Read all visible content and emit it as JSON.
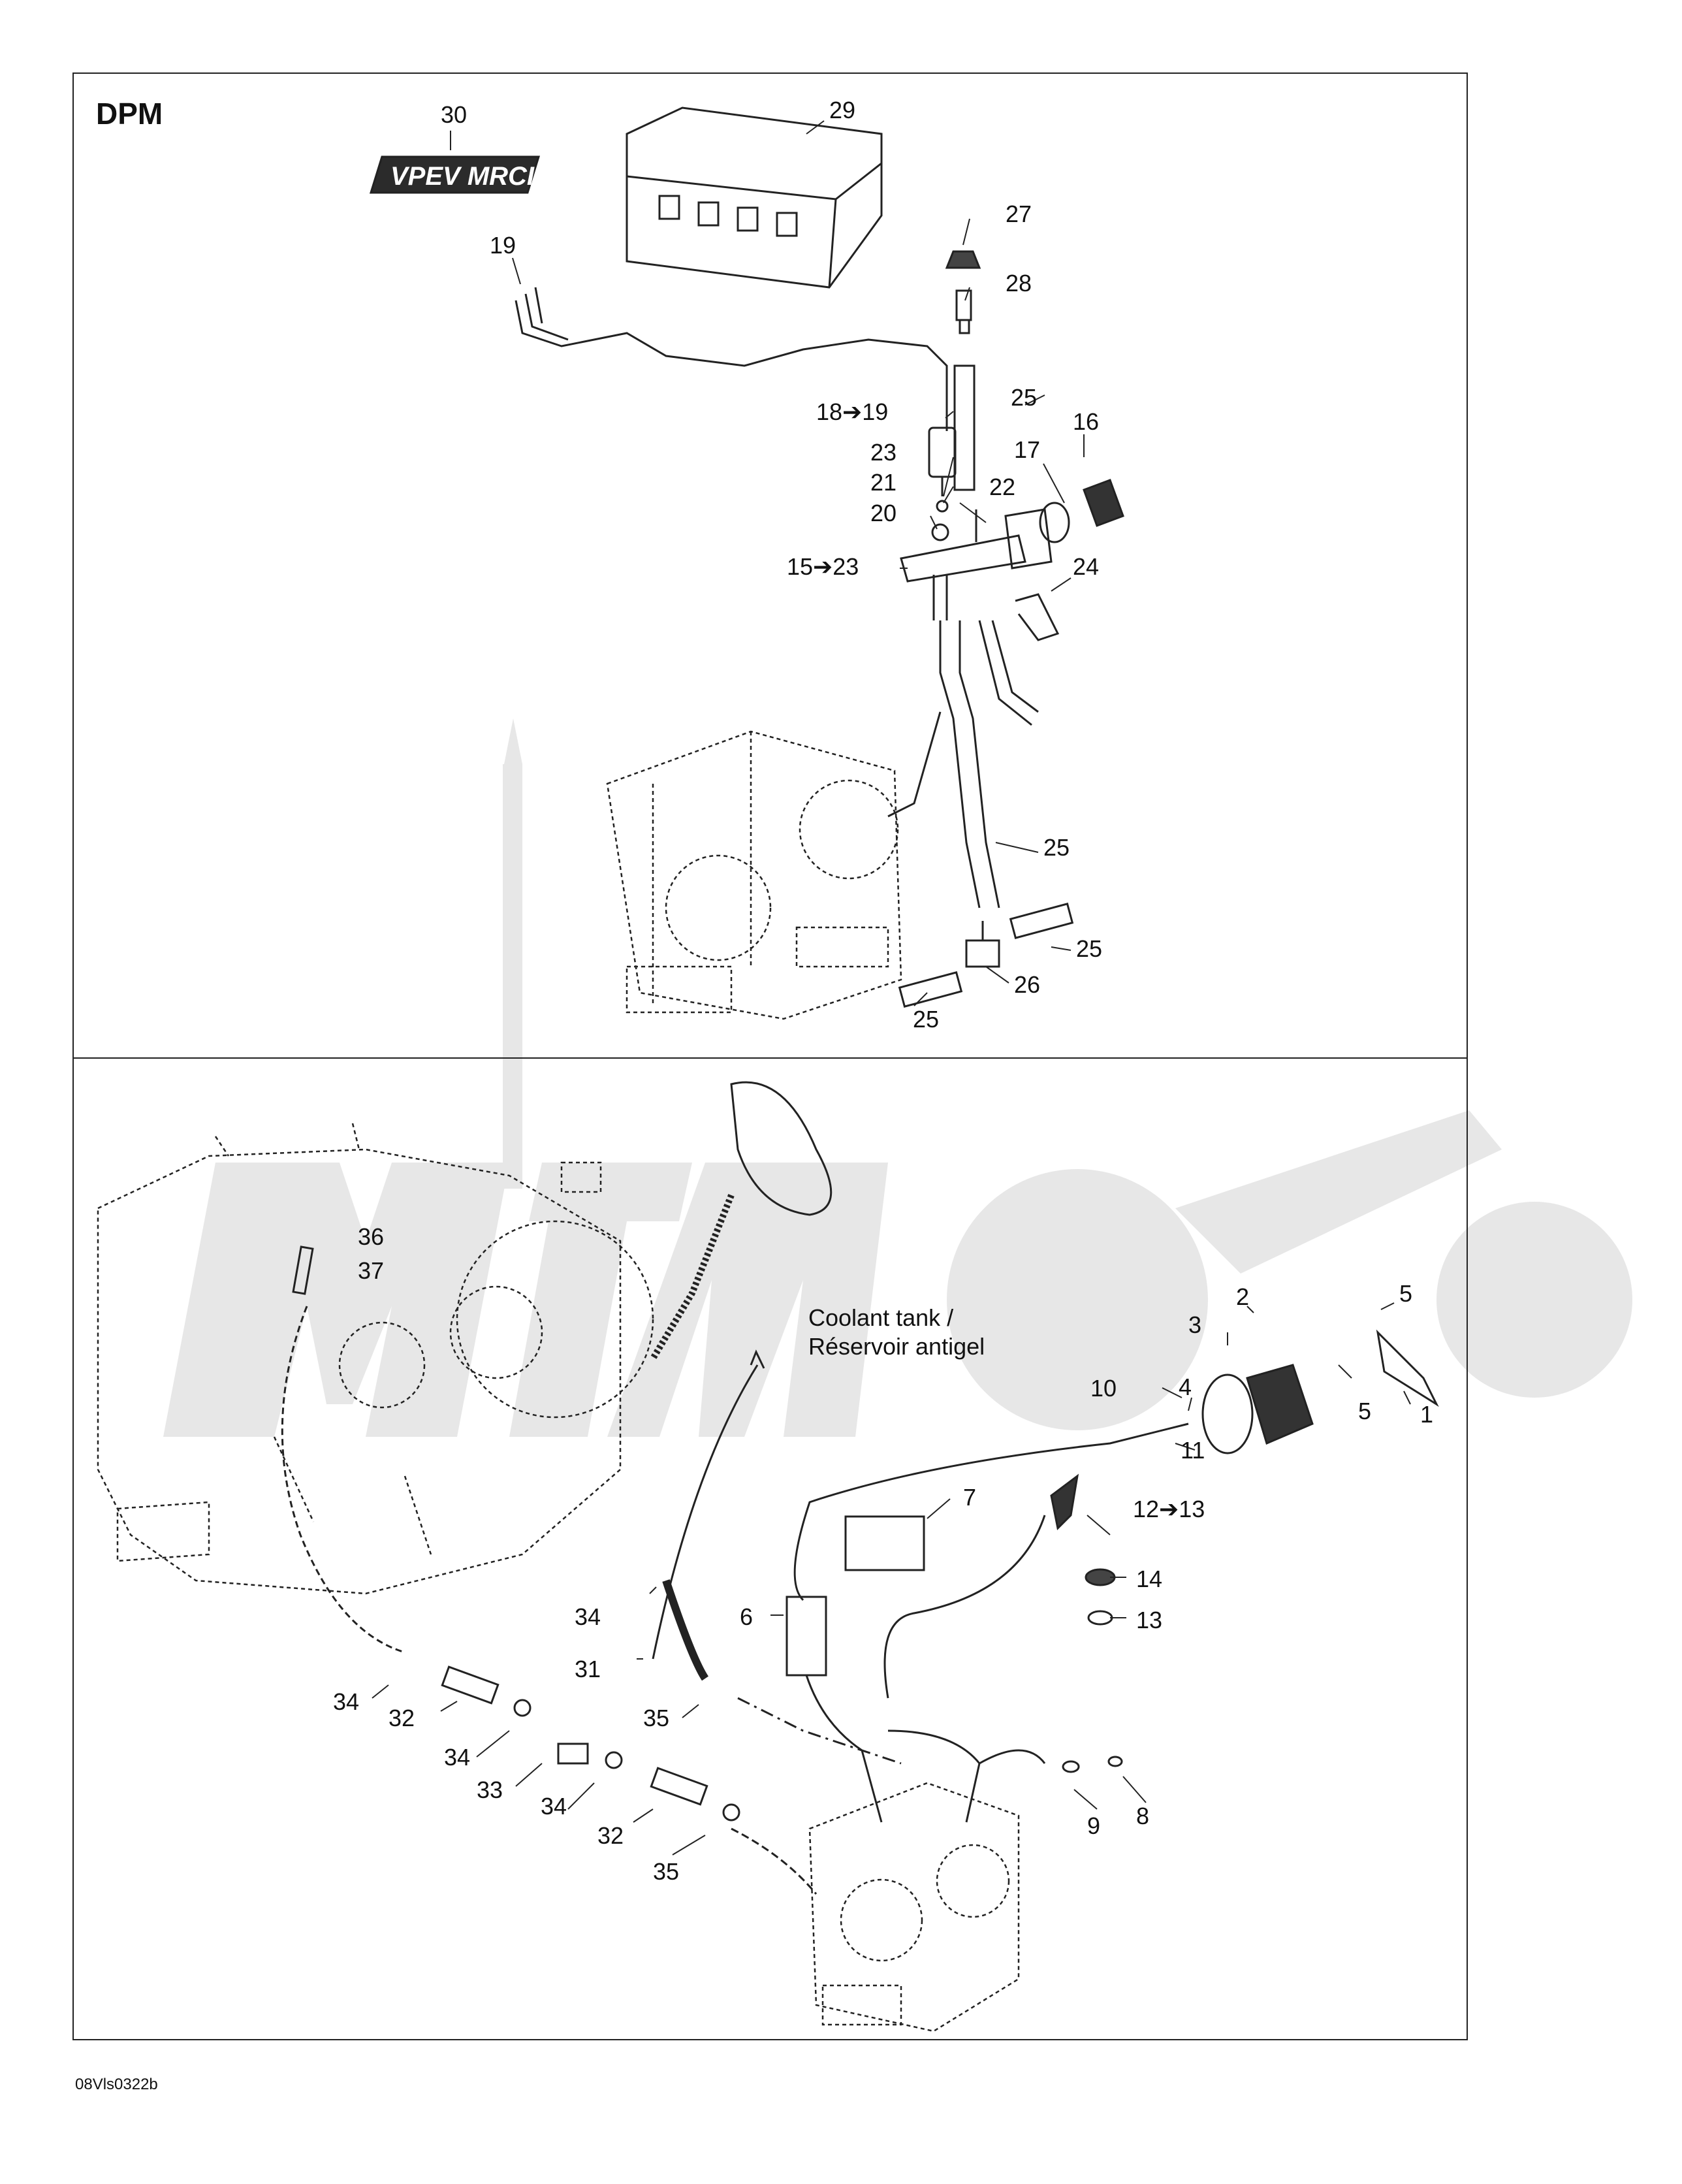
{
  "header": {
    "title": "DPM"
  },
  "footer": {
    "drawing_code": "08Vls0322b"
  },
  "logo": {
    "text": "VPEV MRCIM"
  },
  "callouts": {
    "c30": "30",
    "c29": "29",
    "c19": "19",
    "c27": "27",
    "c28": "28",
    "c25a": "25",
    "c18": "18➔19",
    "c16": "16",
    "c17": "17",
    "c23": "23",
    "c21": "21",
    "c22": "22",
    "c20": "20",
    "c15": "15➔23",
    "c24": "24",
    "c25b": "25",
    "c25c": "25",
    "c26": "26",
    "c25d": "25",
    "c36": "36",
    "c37": "37",
    "c2": "2",
    "c3": "3",
    "c5a": "5",
    "c10": "10",
    "c4": "4",
    "c5b": "5",
    "c1": "1",
    "c11": "11",
    "c7": "7",
    "c12": "12➔13",
    "c14": "14",
    "c13": "13",
    "c6": "6",
    "c34a": "34",
    "c31": "31",
    "c35a": "35",
    "c34b": "34",
    "c32a": "32",
    "c34c": "34",
    "c33": "33",
    "c34d": "34",
    "c32b": "32",
    "c35b": "35",
    "c9": "9",
    "c8": "8"
  },
  "annotation": {
    "line1": "Coolant tank /",
    "line2": "Réservoir antigel"
  }
}
